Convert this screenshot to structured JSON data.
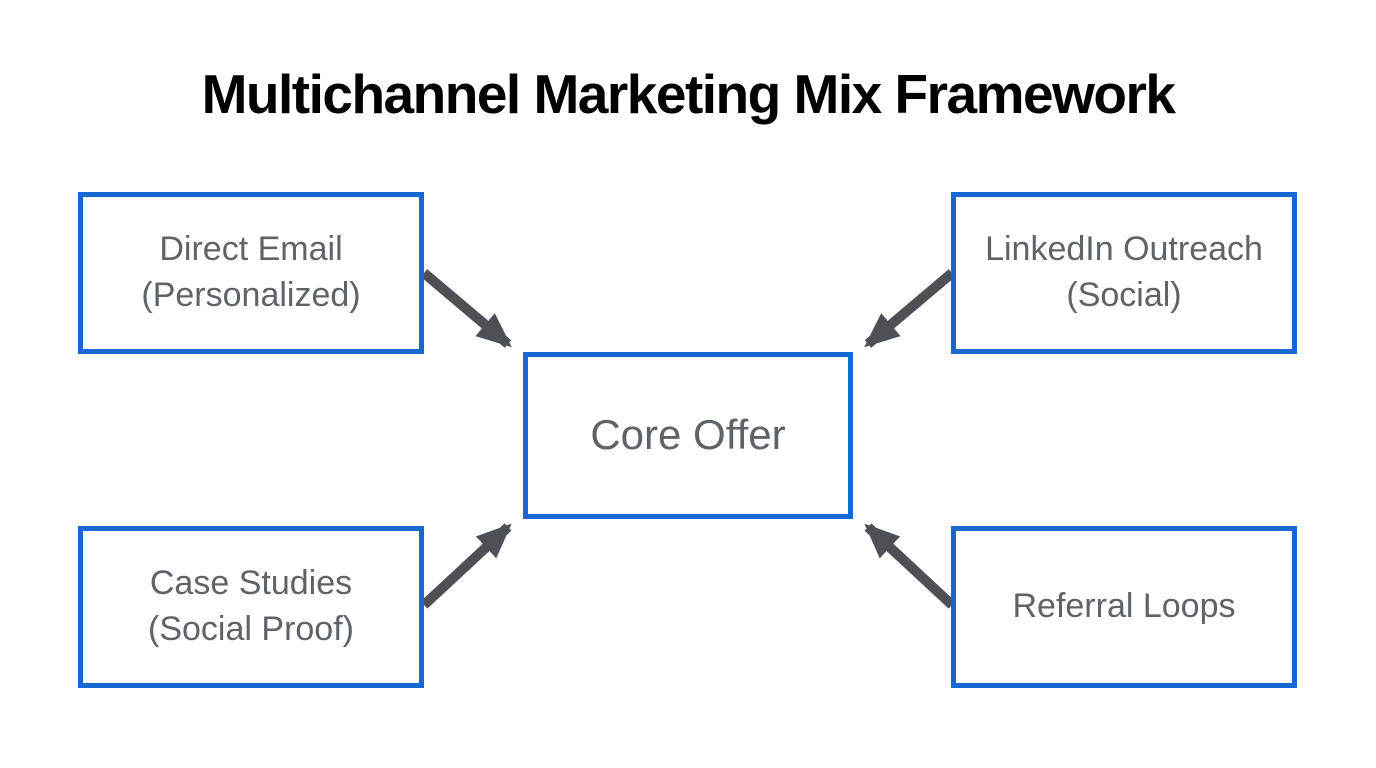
{
  "title": "Multichannel Marketing Mix Framework",
  "colors": {
    "background": "#ffffff",
    "box_border": "#1967d2",
    "box_fill": "#ffffff",
    "text": "#5f6368",
    "arrow": "#4d5156",
    "title": "#000000"
  },
  "nodes": {
    "direct_email": {
      "line1": "Direct Email",
      "line2": "(Personalized)"
    },
    "linkedin_outreach": {
      "line1": "LinkedIn Outreach",
      "line2": "(Social)"
    },
    "core_offer": {
      "line1": "Core Offer",
      "line2": ""
    },
    "case_studies": {
      "line1": "Case Studies",
      "line2": "(Social Proof)"
    },
    "referral_loops": {
      "line1": "Referral Loops",
      "line2": ""
    }
  },
  "edges": [
    {
      "from": "direct_email",
      "to": "core_offer"
    },
    {
      "from": "linkedin_outreach",
      "to": "core_offer"
    },
    {
      "from": "case_studies",
      "to": "core_offer"
    },
    {
      "from": "referral_loops",
      "to": "core_offer"
    }
  ]
}
